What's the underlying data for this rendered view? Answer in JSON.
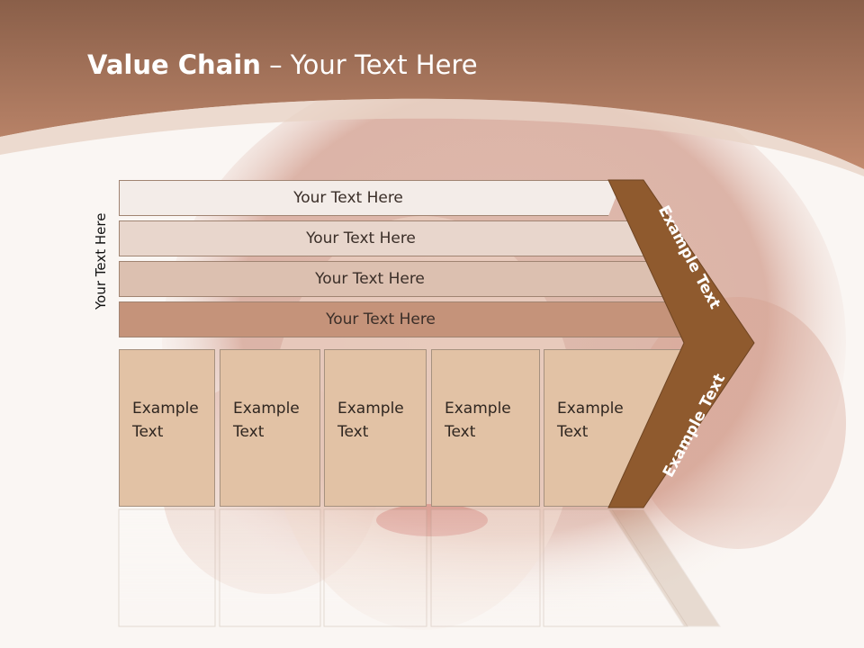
{
  "title": {
    "bold": "Value Chain",
    "rest": " – Your Text Here"
  },
  "side_label": "Your Text Here",
  "bars": [
    {
      "label": "Your Text Here"
    },
    {
      "label": "Your Text Here"
    },
    {
      "label": "Your Text Here"
    },
    {
      "label": "Your Text Here"
    }
  ],
  "boxes": [
    {
      "text": "Example Text"
    },
    {
      "text": "Example Text"
    },
    {
      "text": "Example Text"
    },
    {
      "text": "Example Text"
    },
    {
      "text": "Example Text"
    }
  ],
  "arrow": {
    "upper": "Example Text",
    "lower": "Example Text"
  },
  "colors": {
    "header": "#b97a5c",
    "arrow": "#8f5a2e",
    "box": "#e2c2a5"
  }
}
